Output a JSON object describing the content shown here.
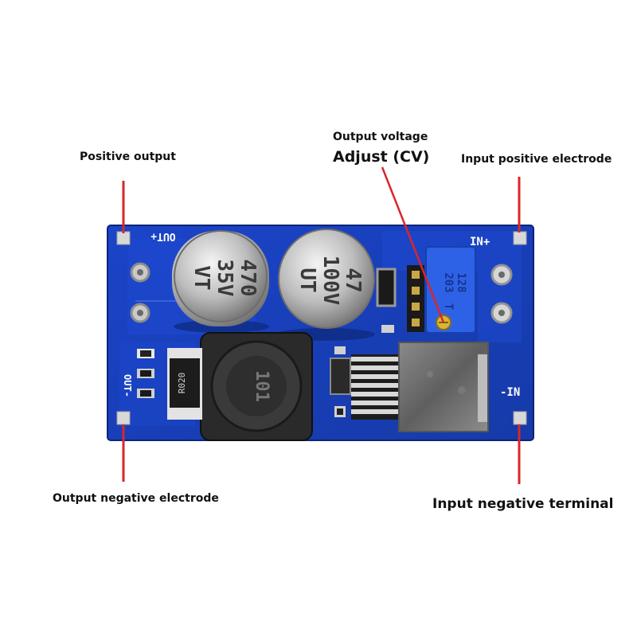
{
  "labels": {
    "positive_output": "Positive output",
    "output_voltage_line1": "Output voltage",
    "output_voltage_line2": "Adjust (CV)",
    "input_positive": "Input positive electrode",
    "output_negative": "Output negative electrode",
    "input_negative": "Input negative terminal"
  },
  "silkscreen": {
    "out_plus": "OUT+",
    "out_minus": "OUT-",
    "in_plus": "IN+",
    "in_minus": "-IN",
    "cap1_line1": "470",
    "cap1_line2": "35V",
    "cap1_line3": "VT",
    "cap2_line1": "47",
    "cap2_line2": "100V",
    "cap2_line3": "UT",
    "inductor": "101",
    "resistor": "R020",
    "pot_line1": "128",
    "pot_line2": "203",
    "pot_line3": "T"
  },
  "colors": {
    "pcb": "#1a3fbf",
    "pcb_dark": "#0f2a8a",
    "pointer_line": "#d9262b",
    "label_text": "#111111"
  }
}
